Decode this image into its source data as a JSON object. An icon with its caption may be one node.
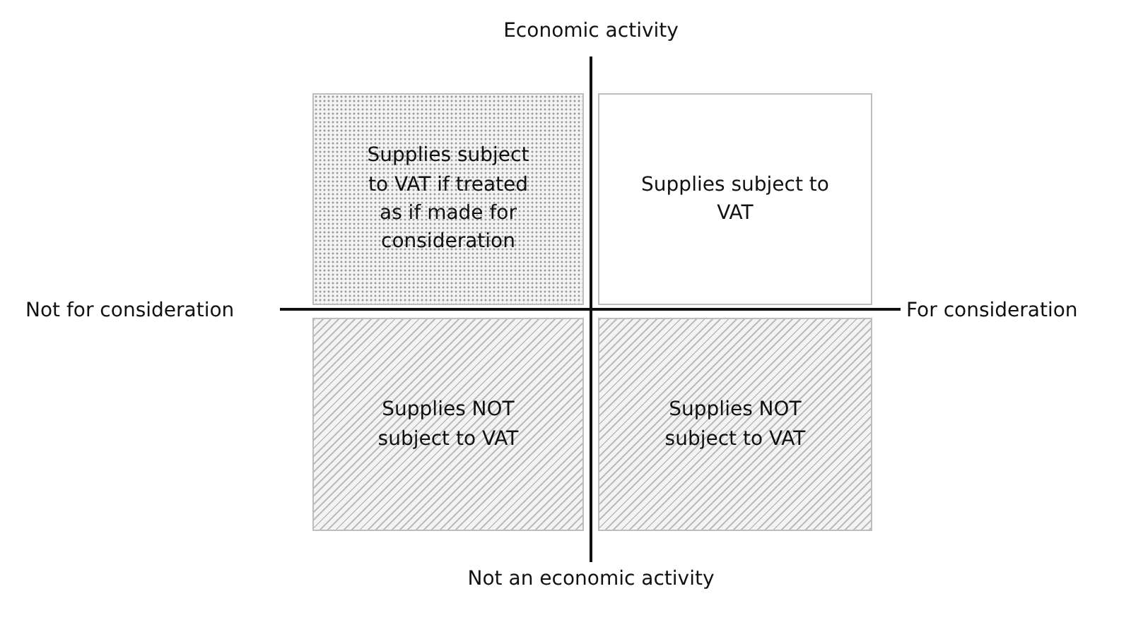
{
  "diagram": {
    "nodes": [
      {
        "text": [
          "Supplies subject to VAT if treated as if made for consideration"
        ]
      },
      {
        "text": [
          "Supplies subject to VAT"
        ]
      },
      {
        "text": [
          "Supplies NOT subject to VAT"
        ]
      },
      {
        "text": [
          "Supplies NOT subject to VAT"
        ]
      }
    ],
    "edges": [],
    "labels": [
      "Economic activity",
      "Not for consideration",
      "For consideration",
      "Not an economic activity"
    ]
  }
}
